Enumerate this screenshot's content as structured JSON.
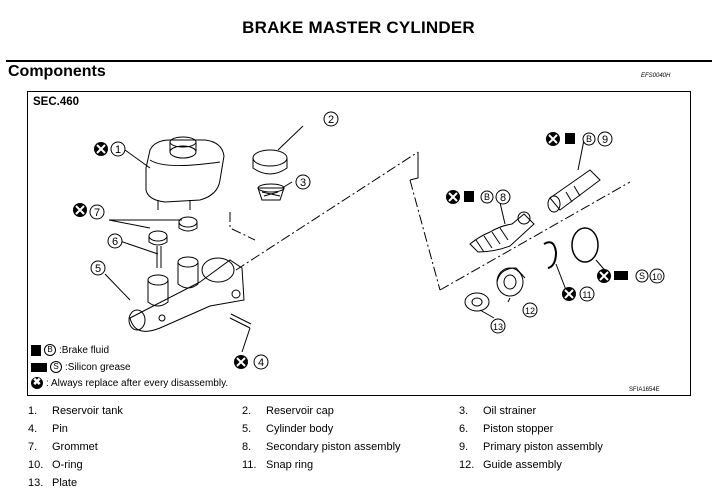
{
  "page": {
    "title": "BRAKE MASTER CYLINDER",
    "section_heading": "Components",
    "ref_code": "EFS0040H"
  },
  "figure": {
    "section_label": "SEC.460",
    "figure_code": "SFIA1654E",
    "callouts": [
      "1",
      "2",
      "3",
      "4",
      "6",
      "5",
      "7",
      "8",
      "9",
      "10",
      "11",
      "12",
      "13"
    ],
    "legend": {
      "brake_fluid_letter": "B",
      "brake_fluid": ":Brake fluid",
      "silicon_grease_letter": "S",
      "silicon_grease": ":Silicon grease",
      "replace_symbol": "✖",
      "always_replace": ": Always replace after every disassembly."
    }
  },
  "parts": [
    {
      "num": "1.",
      "name": "Reservoir tank"
    },
    {
      "num": "2.",
      "name": "Reservoir cap"
    },
    {
      "num": "3.",
      "name": "Oil strainer"
    },
    {
      "num": "4.",
      "name": "Pin"
    },
    {
      "num": "5.",
      "name": "Cylinder body"
    },
    {
      "num": "6.",
      "name": "Piston stopper"
    },
    {
      "num": "7.",
      "name": "Grommet"
    },
    {
      "num": "8.",
      "name": "Secondary piston assembly"
    },
    {
      "num": "9.",
      "name": "Primary piston assembly"
    },
    {
      "num": "10.",
      "name": "O-ring"
    },
    {
      "num": "11.",
      "name": "Snap ring"
    },
    {
      "num": "12.",
      "name": "Guide assembly"
    },
    {
      "num": "13.",
      "name": "Plate"
    }
  ]
}
